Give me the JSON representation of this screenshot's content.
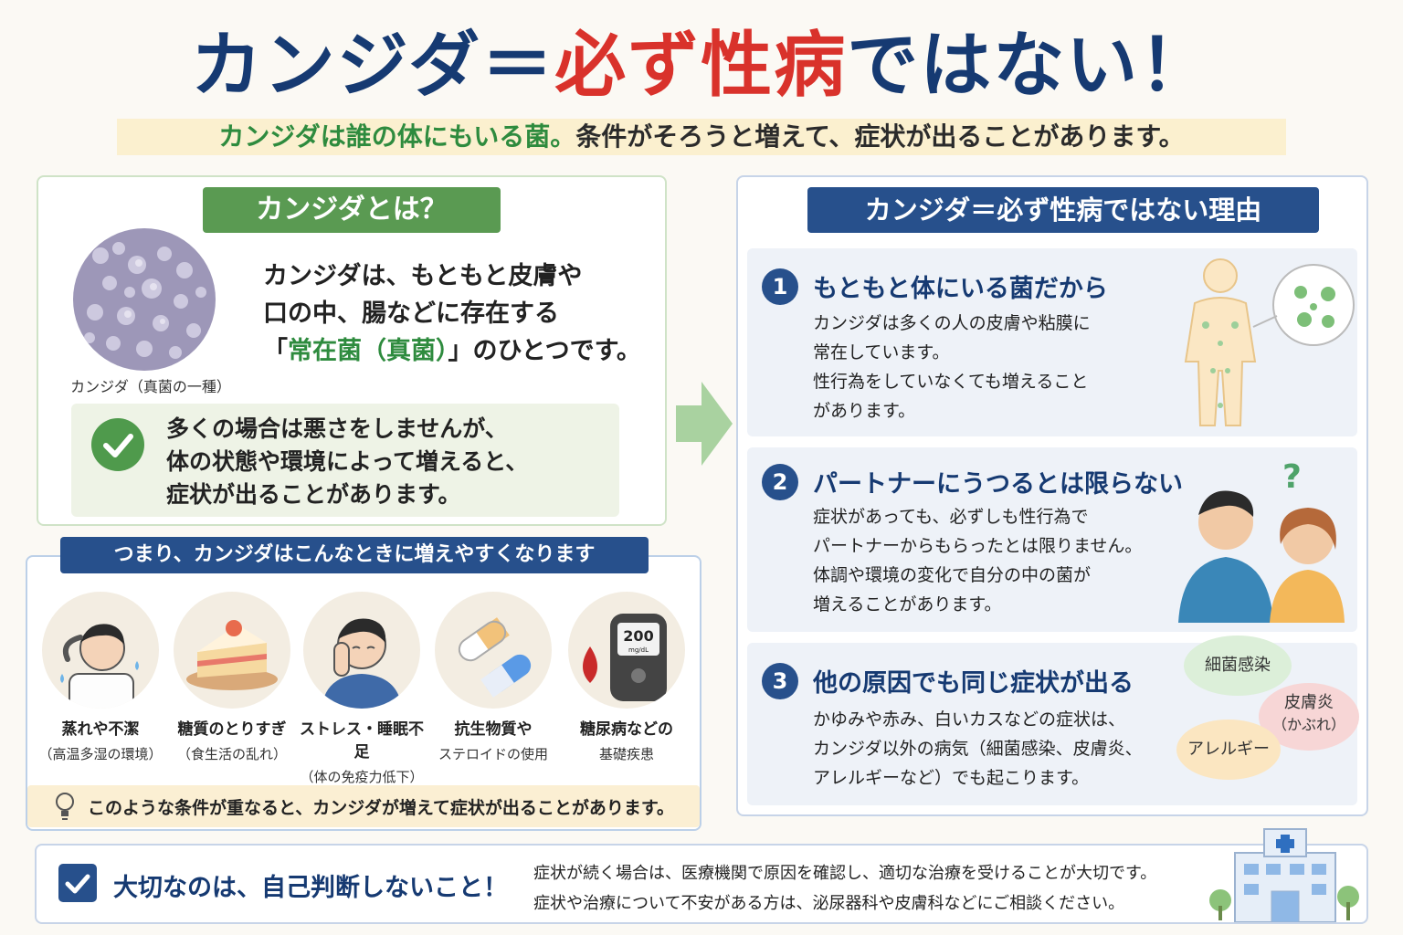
{
  "header": {
    "title_part1": "カンジダ＝",
    "title_part2": "必ず性病",
    "title_part3": "ではない！",
    "subtitle_green": "カンジダは誰の体にもいる菌。",
    "subtitle_rest": "条件がそろうと増えて、症状が出ることがあります。"
  },
  "about": {
    "heading": "カンジダとは？",
    "image_caption": "カンジダ（真菌の一種）",
    "intro_line1": "カンジダは、もともと皮膚や",
    "intro_line2": "口の中、腸などに存在する",
    "intro_line3_open": "「",
    "intro_line3_green": "常在菌（真菌）",
    "intro_line3_rest": "」のひとつです。",
    "note_line1": "多くの場合は悪さをしませんが、",
    "note_line2": "体の状態や環境によって増えると、",
    "note_line3": "症状が出ることがあります。"
  },
  "conditions": {
    "heading": "つまり、カンジダはこんなときに増えやすくなります",
    "items": [
      {
        "label": "蒸れや不潔",
        "sub": "（高温多湿の環境）"
      },
      {
        "label": "糖質のとりすぎ",
        "sub": "（食生活の乱れ）"
      },
      {
        "label": "ストレス・睡眠不足",
        "sub": "（体の免疫力低下）"
      },
      {
        "label": "抗生物質や",
        "sub": "ステロイドの使用"
      },
      {
        "label": "糖尿病などの",
        "sub": "基礎疾患"
      }
    ],
    "meter_value": "200",
    "meter_unit": "mg/dL",
    "tip": "このような条件が重なると、カンジダが増えて症状が出ることがあります。"
  },
  "reasons": {
    "heading": "カンジダ＝必ず性病ではない理由",
    "items": [
      {
        "num": "1",
        "title": "もともと体にいる菌だから",
        "lines": [
          "カンジダは多くの人の皮膚や粘膜に",
          "常在しています。",
          "性行為をしていなくても増えること",
          "があります。"
        ]
      },
      {
        "num": "2",
        "title": "パートナーにうつるとは限らない",
        "lines": [
          "症状があっても、必ずしも性行為で",
          "パートナーからもらったとは限りません。",
          "体調や環境の変化で自分の中の菌が",
          "増えることがあります。"
        ]
      },
      {
        "num": "3",
        "title": "他の原因でも同じ症状が出る",
        "lines": [
          "かゆみや赤み、白いカスなどの症状は、",
          "カンジダ以外の病気（細菌感染、皮膚炎、",
          "アレルギーなど）でも起こります。"
        ]
      }
    ],
    "question_mark": "?",
    "bubbles": {
      "b1": "細菌感染",
      "b2_line1": "皮膚炎",
      "b2_line2": "（かぶれ）",
      "b3": "アレルギー"
    }
  },
  "footer": {
    "title": "大切なのは、自己判断しないこと！",
    "line1": "症状が続く場合は、医療機関で原因を確認し、適切な治療を受けることが大切です。",
    "line2": "症状や治療について不安がある方は、泌尿器科や皮膚科などにご相談ください。"
  },
  "colors": {
    "navy": "#163a72",
    "red": "#d9322b",
    "green": "#2e8b3e"
  }
}
